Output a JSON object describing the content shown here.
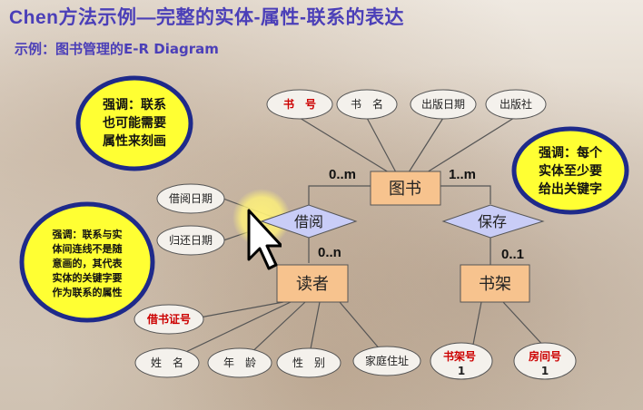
{
  "title": "Chen方法示例—完整的实体-属性-联系的表达",
  "subtitle": "示例：图书管理的E-R Diagram",
  "entities": {
    "book": "图书",
    "reader": "读者",
    "shelf": "书架"
  },
  "relationships": {
    "borrow": "借阅",
    "store": "保存"
  },
  "cardinalities": {
    "borrow_book": "0..m",
    "store_book": "1..m",
    "borrow_reader": "0..n",
    "store_shelf": "0..1"
  },
  "attributes": {
    "book_no": "书　号",
    "book_name": "书　名",
    "pub_date": "出版日期",
    "publisher": "出版社",
    "borrow_date": "借阅日期",
    "return_date": "归还日期",
    "card_no": "借书证号",
    "name": "姓　名",
    "age": "年　龄",
    "gender": "性　别",
    "address": "家庭住址",
    "shelf_no": "书架号",
    "room_no": "房间号"
  },
  "key_marks": {
    "shelf_no": "1",
    "room_no": "1"
  },
  "callouts": {
    "c1": [
      "强调：联系",
      "也可能需要",
      "属性来刻画"
    ],
    "c2": [
      "强调：每个",
      "实体至少要",
      "给出关键字"
    ],
    "c3": [
      "强调：联系与实",
      "体间连线不是随",
      "意画的，其代表",
      "实体的关键字要",
      "作为联系的属性"
    ]
  },
  "colors": {
    "title": "#4b3fb8",
    "entity_fill": "#f7c38e",
    "relationship_fill": "#c9cdf7",
    "ellipse_fill": "#f4f1ec",
    "key_text": "#cc0000",
    "callout_fill": "#ffff33",
    "callout_border": "#1e2a8a",
    "highlight": "#fff27a"
  }
}
